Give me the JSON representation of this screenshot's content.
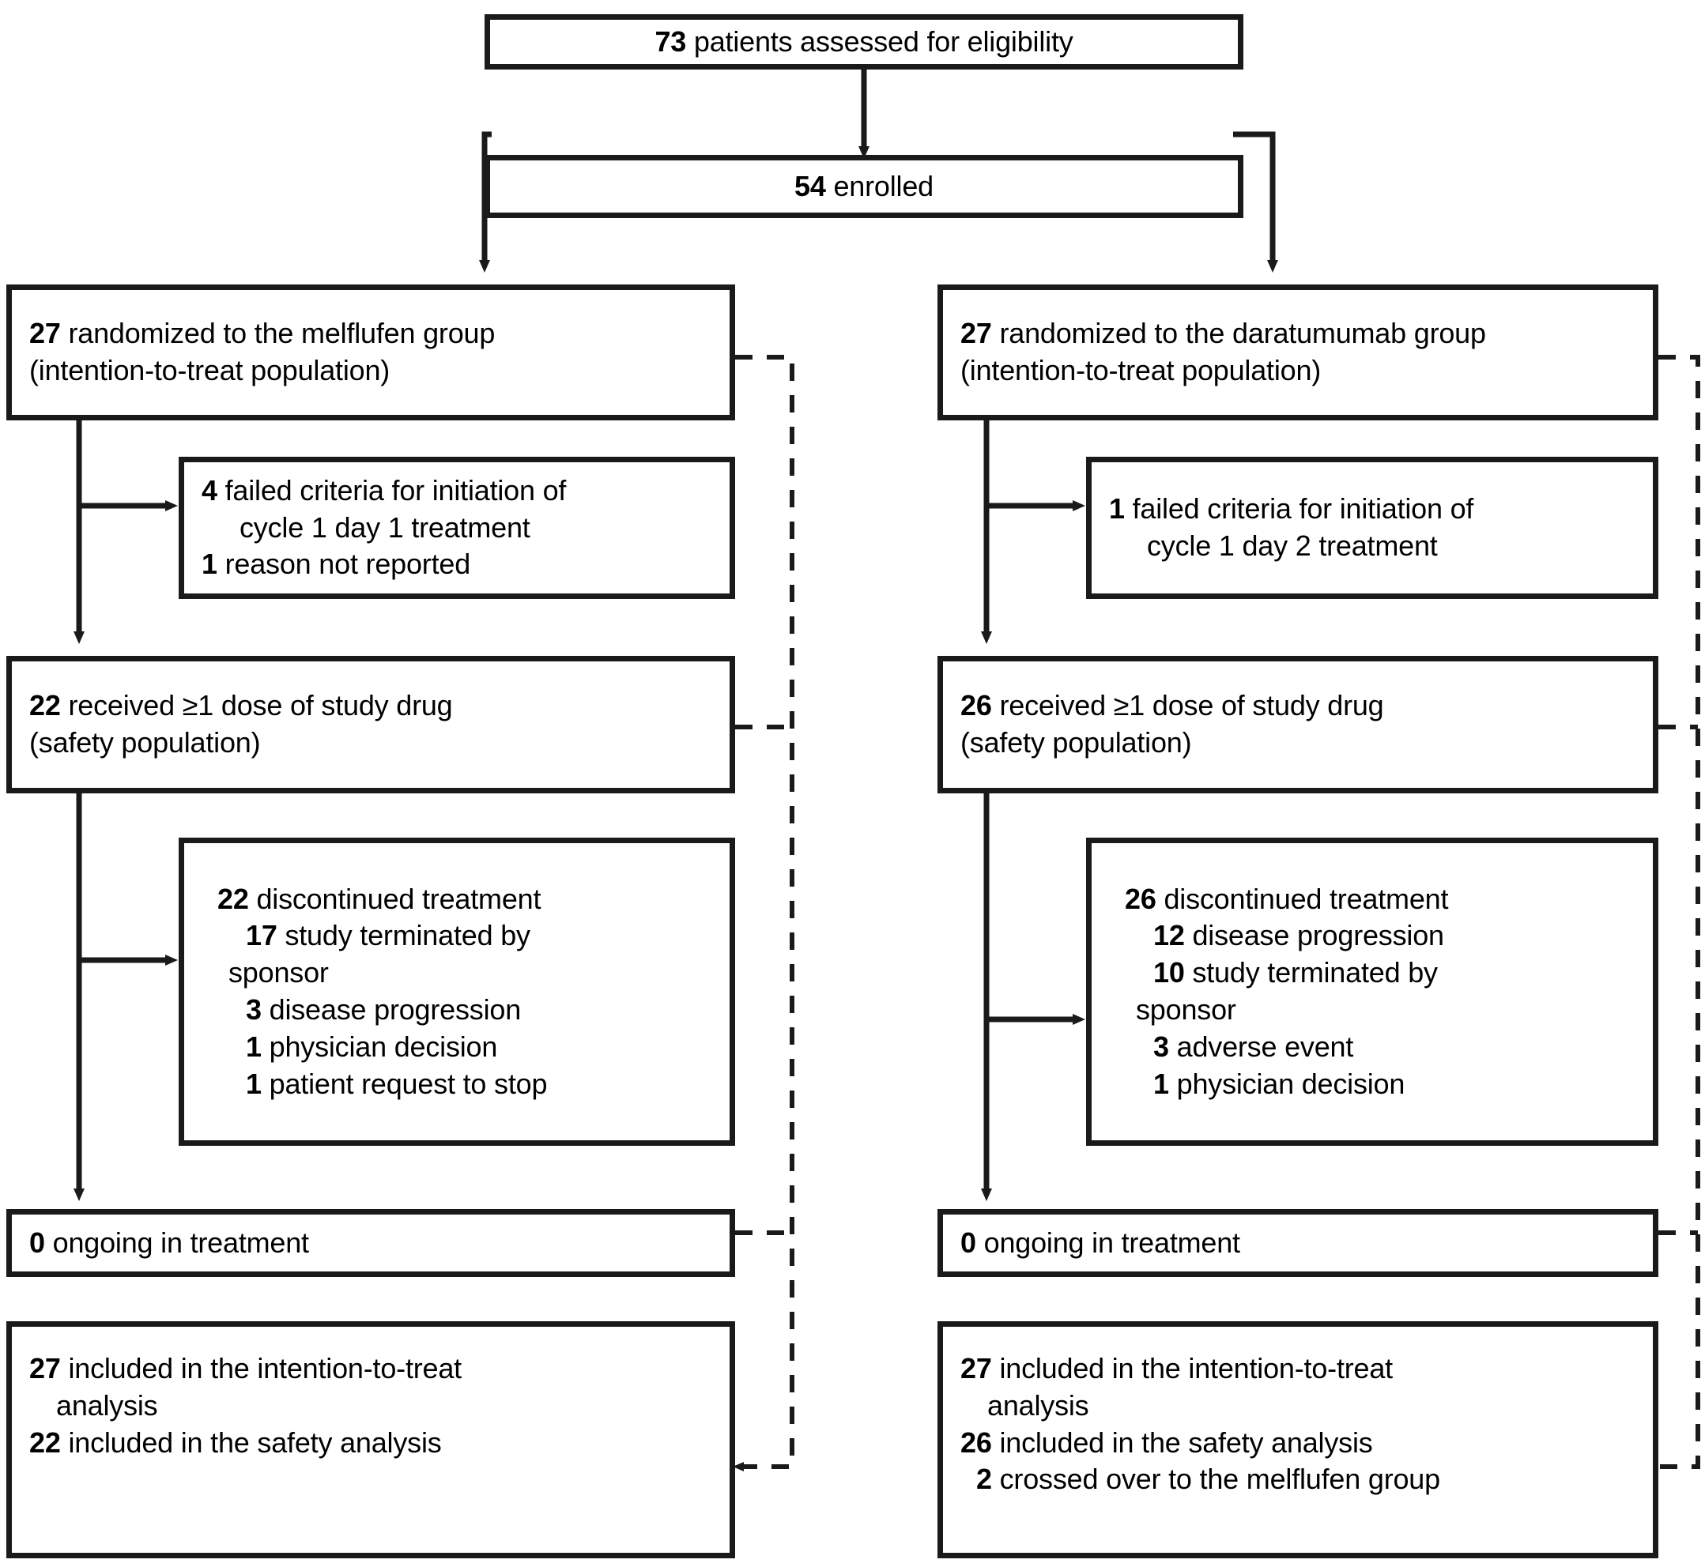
{
  "title": "CONSORT-style patient flow diagram",
  "chart_data": {
    "type": "diagram",
    "title": "Trial profile",
    "nodes": [
      {
        "id": "assessed",
        "count": 73,
        "text": "patients assessed for eligibility"
      },
      {
        "id": "enrolled",
        "count": 54,
        "text": "enrolled"
      },
      {
        "id": "rand_left",
        "count": 27,
        "text": "randomized to the melflufen group (intention-to-treat population)"
      },
      {
        "id": "rand_right",
        "count": 27,
        "text": "randomized to the daratumumab group (intention-to-treat population)"
      },
      {
        "id": "fail_left",
        "count": 4,
        "text": "failed criteria for initiation of cycle 1 day 1 treatment; 1 reason not reported"
      },
      {
        "id": "fail_right",
        "count": 1,
        "text": "failed criteria for initiation of cycle 1 day 2 treatment"
      },
      {
        "id": "dose_left",
        "count": 22,
        "text": "received ≥1 dose of study drug (safety population)"
      },
      {
        "id": "dose_right",
        "count": 26,
        "text": "received ≥1 dose of study drug (safety population)"
      },
      {
        "id": "disc_left",
        "count": 22,
        "text": "discontinued treatment"
      },
      {
        "id": "disc_right",
        "count": 26,
        "text": "discontinued treatment"
      },
      {
        "id": "ongoing_left",
        "count": 0,
        "text": "ongoing in treatment"
      },
      {
        "id": "ongoing_right",
        "count": 0,
        "text": "ongoing in treatment"
      },
      {
        "id": "final_left",
        "count": 27,
        "text": "included in the intention-to-treat analysis; 22 included in the safety analysis"
      },
      {
        "id": "final_right",
        "count": 27,
        "text": "included in the intention-to-treat analysis; 26 included in the safety analysis; 2 crossed over to the melflufen group"
      }
    ]
  },
  "top": {
    "assessed": {
      "num": "73",
      "rest": " patients assessed for eligibility"
    },
    "enrolled": {
      "num": "54",
      "rest": " enrolled"
    }
  },
  "left": {
    "randomized": {
      "l1_num": "27",
      "l1_rest": " randomized to the melflufen group",
      "l2": "(intention-to-treat population)"
    },
    "failed": {
      "l1_num": "4",
      "l1_rest": " failed criteria for initiation of",
      "l2": "cycle 1 day 1 treatment",
      "l3_num": "1",
      "l3_rest": " reason not reported"
    },
    "dose": {
      "l1_num": "22",
      "l1_rest": " received ≥1 dose of study drug",
      "l2": "(safety population)"
    },
    "discontinued": {
      "l1_num": "22",
      "l1_rest": " discontinued treatment",
      "items": [
        {
          "num": "17",
          "rest": " study terminated by",
          "cont": "sponsor"
        },
        {
          "num": "3",
          "rest": " disease progression",
          "cont": ""
        },
        {
          "num": "1",
          "rest": " physician decision",
          "cont": ""
        },
        {
          "num": "1",
          "rest": " patient request to stop",
          "cont": ""
        }
      ]
    },
    "ongoing": {
      "num": "0",
      "rest": " ongoing in treatment"
    },
    "final": {
      "l1_num": "27",
      "l1_rest": " included in the intention-to-treat",
      "l2": "analysis",
      "l3_num": "22",
      "l3_rest": " included in the safety analysis"
    }
  },
  "right": {
    "randomized": {
      "l1_num": "27",
      "l1_rest": " randomized to the daratumumab group",
      "l2": "(intention-to-treat population)"
    },
    "failed": {
      "l1_num": "1",
      "l1_rest": " failed criteria for initiation of",
      "l2": "cycle 1 day 2 treatment"
    },
    "dose": {
      "l1_num": "26",
      "l1_rest": " received ≥1 dose of study drug",
      "l2": "(safety population)"
    },
    "discontinued": {
      "l1_num": "26",
      "l1_rest": " discontinued treatment",
      "items": [
        {
          "num": "12",
          "rest": " disease progression",
          "cont": ""
        },
        {
          "num": "10",
          "rest": " study terminated by",
          "cont": "sponsor"
        },
        {
          "num": "3",
          "rest": " adverse event",
          "cont": ""
        },
        {
          "num": "1",
          "rest": " physician decision",
          "cont": ""
        }
      ]
    },
    "ongoing": {
      "num": "0",
      "rest": " ongoing in treatment"
    },
    "final": {
      "l1_num": "27",
      "l1_rest": " included in the intention-to-treat",
      "l2": "analysis",
      "l3_num": "26",
      "l3_rest": " included in the safety analysis",
      "l4_num": "2",
      "l4_rest": " crossed over to the melflufen group"
    }
  },
  "colors": {
    "stroke": "#1a1a1a",
    "background": "#ffffff"
  }
}
